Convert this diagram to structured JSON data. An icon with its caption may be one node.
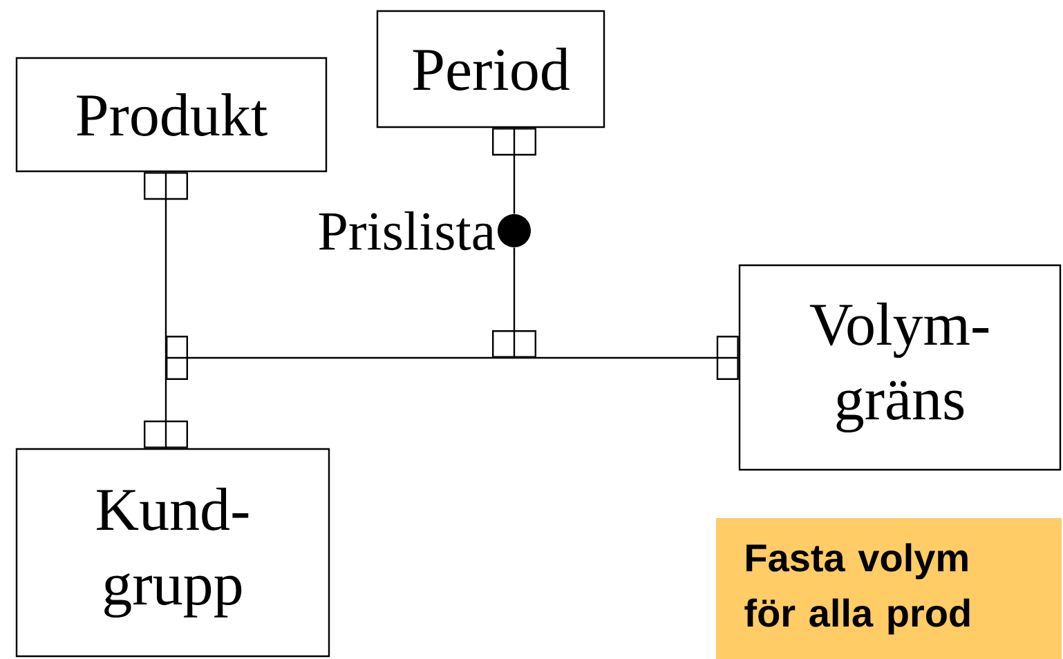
{
  "diagram": {
    "nodes": [
      {
        "text": [
          "Produkt"
        ]
      },
      {
        "text": [
          "Period"
        ]
      },
      {
        "text": [
          "Volym- gräns"
        ]
      },
      {
        "text": [
          "Kund- grupp"
        ]
      },
      {
        "text": [
          "Prislista"
        ]
      },
      {
        "text": [
          "Fasta volym för alla prod"
        ]
      }
    ],
    "edges": [
      {
        "from": 0,
        "to": 3,
        "arrow": "other"
      },
      {
        "from": 1,
        "to": 4,
        "arrow": "other"
      },
      {
        "from": 4,
        "to": null,
        "arrow": "other"
      },
      {
        "from": 2,
        "to": null,
        "arrow": "other"
      }
    ]
  }
}
